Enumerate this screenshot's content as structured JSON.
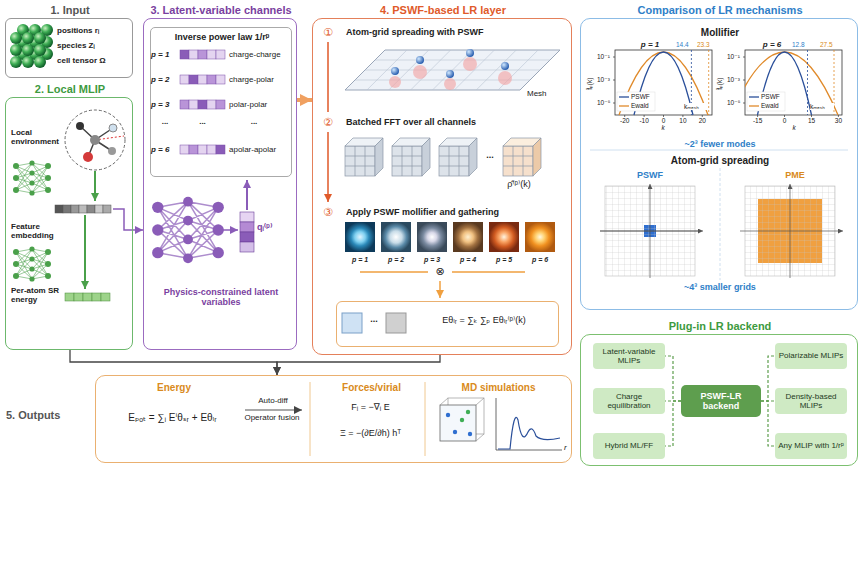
{
  "diagram": {
    "nodes": [
      {
        "text": [
          "1. Input",
          "positions rᵢ",
          "species Zᵢ",
          "cell tensor Ω"
        ]
      },
      {
        "text": [
          "2. Local MLIP",
          "Local environment",
          "Feature embedding",
          "Per-atom SR energy"
        ]
      },
      {
        "text": [
          "3. Latent-variable channels",
          "Physics-constrained latent variables"
        ]
      },
      {
        "text": [
          "Inverse power law 1/rᵖ"
        ],
        "in": 2
      },
      {
        "text": [
          "4. PSWF-based LR layer",
          "Atom-grid spreading with PSWF",
          "Mesh",
          "Batched FFT over all channels",
          "Apply PSWF mollifier and gathering"
        ]
      },
      {
        "text": [
          "Eθₗᵣ = ∑ₖ ∑ₚ Eθₗᵣ⁽ᵖ⁾(k)"
        ],
        "in": 4
      },
      {
        "text": [
          "Comparison of LR mechanisms",
          "Mollifier",
          "~2³ fewer modes",
          "Atom-grid spreading",
          "~4³ smaller grids"
        ]
      },
      {
        "text": [
          "Plug-in LR backend"
        ]
      },
      {
        "text": [
          "Latent-variable MLIPs"
        ],
        "in": 7
      },
      {
        "text": [
          "Polarizable MLIPs"
        ],
        "in": 7
      },
      {
        "text": [
          "Charge equilibration"
        ],
        "in": 7
      },
      {
        "text": [
          "PSWF-LR backend"
        ],
        "in": 7
      },
      {
        "text": [
          "Density-based MLIPs"
        ],
        "in": 7
      },
      {
        "text": [
          "Hybrid ML/FF"
        ],
        "in": 7
      },
      {
        "text": [
          "Any MLIP with 1/rᵖ"
        ],
        "in": 7
      },
      {
        "text": [
          "5. Outputs",
          "Energy",
          "Forces/virial",
          "MD simulations"
        ]
      }
    ],
    "edges": [
      {
        "from": 1,
        "to": 2,
        "arrow": "to"
      },
      {
        "from": 2,
        "to": 4,
        "arrow": "to"
      },
      {
        "from": 1,
        "to": 15,
        "arrow": "to"
      },
      {
        "from": 4,
        "to": 15,
        "arrow": "to"
      },
      {
        "from": 11,
        "to": 8,
        "arrow": "none"
      },
      {
        "from": 11,
        "to": 9,
        "arrow": "none"
      },
      {
        "from": 11,
        "to": 10,
        "arrow": "none"
      },
      {
        "from": 11,
        "to": 12,
        "arrow": "none"
      },
      {
        "from": 11,
        "to": 13,
        "arrow": "none"
      },
      {
        "from": 11,
        "to": 14,
        "arrow": "none"
      }
    ],
    "labels": [
      "p = 1",
      "charge-charge",
      "p = 2",
      "charge-polar",
      "p = 3",
      "polar-polar",
      "...",
      "...",
      "...",
      "p = 6",
      "apolar-apolar",
      "qᵢ⁽ᵖ⁾",
      "①",
      "②",
      "③",
      "...",
      "ρ̂⁽ᵖ⁾(k)",
      "p = 1",
      "p = 2",
      "p = 3",
      "p = 4",
      "p = 5",
      "p = 6",
      "⊗",
      "...",
      "p = 1",
      "14.4",
      "23.3",
      "kₘₑₛₕ",
      "f̂ₚ(k)",
      "10⁻¹",
      "10⁻³",
      "10⁻⁵",
      "-20",
      "-10",
      "0",
      "10",
      "20",
      "k",
      "p = 6",
      "12.8",
      "27.5",
      "kₘₑₛₕ",
      "f̂ₚ(k)",
      "10⁻¹",
      "10⁻³",
      "10⁻⁵",
      "-15",
      "0",
      "15",
      "30",
      "k",
      "PSWF",
      "PME",
      "Eₚₒₜ = ∑ᵢ Eⁱθₛᵣ + Eθₗᵣ",
      "Auto-diff",
      "Operator fusion",
      "Fᵢ = −∇ᵢ E",
      "Ξ = −(∂E/∂h) hᵀ",
      "r"
    ],
    "legend": [
      {
        "text": "PSWF"
      },
      {
        "text": "Ewald"
      },
      {
        "text": "PSWF"
      },
      {
        "text": "Ewald"
      }
    ]
  }
}
